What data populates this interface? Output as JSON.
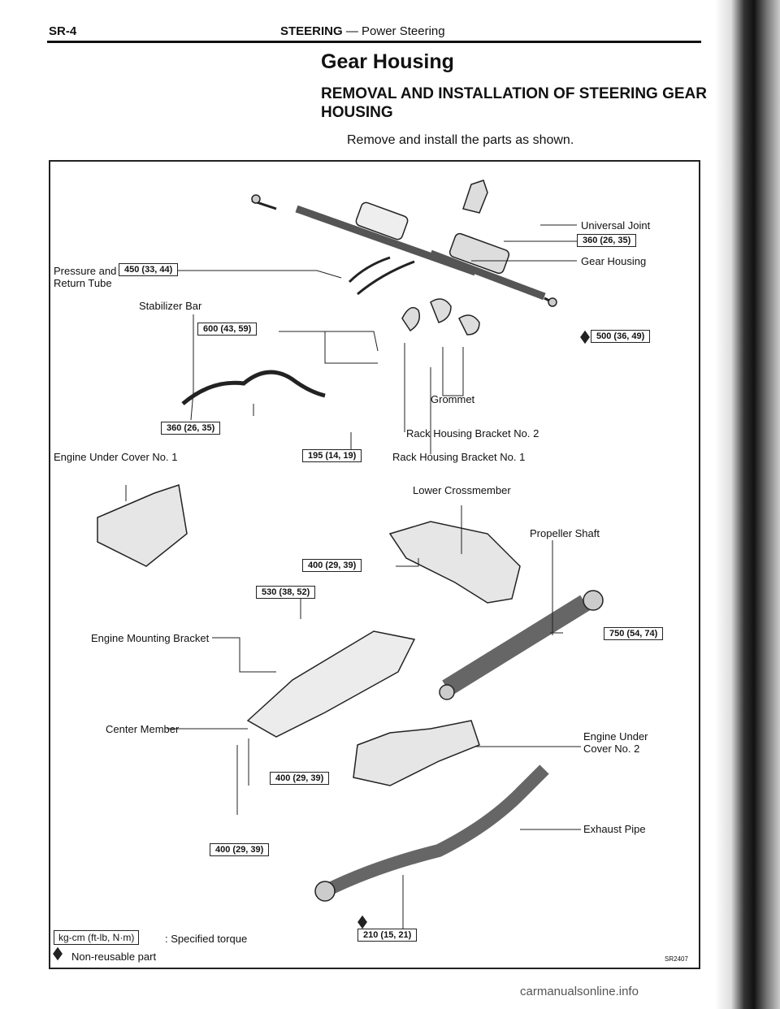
{
  "header": {
    "section_code": "SR-4",
    "section_title": "STEERING",
    "section_sep": "—",
    "section_sub": "Power Steering"
  },
  "title": "Gear Housing",
  "subtitle": "REMOVAL AND INSTALLATION OF STEERING GEAR HOUSING",
  "intro": "Remove and install the parts as shown.",
  "labels": {
    "universal_joint": "Universal Joint",
    "gear_housing": "Gear Housing",
    "pressure_tube_1": "Pressure and",
    "pressure_tube_2": "Return Tube",
    "stabilizer_bar": "Stabilizer Bar",
    "grommet": "Grommet",
    "rack_bracket_2": "Rack Housing Bracket No. 2",
    "rack_bracket_1": "Rack Housing Bracket No. 1",
    "engine_under_cover_1": "Engine Under Cover No. 1",
    "lower_crossmember": "Lower Crossmember",
    "propeller_shaft": "Propeller Shaft",
    "engine_mounting_bracket": "Engine Mounting Bracket",
    "center_member": "Center Member",
    "engine_under_cover_2a": "Engine Under",
    "engine_under_cover_2b": "Cover No. 2",
    "exhaust_pipe": "Exhaust Pipe"
  },
  "torques": {
    "uj": "360 (26, 35)",
    "tube": "450 (33, 44)",
    "tie_rod": "500 (36, 49)",
    "stab": "600 (43, 59)",
    "stab_link": "360 (26, 35)",
    "bracket": "195 (14, 19)",
    "crossmember": "400 (29, 39)",
    "mount": "530 (38, 52)",
    "prop": "750 (54, 74)",
    "center_a": "400 (29, 39)",
    "center_b": "400 (29, 39)",
    "exhaust": "210 (15, 21)"
  },
  "legend": {
    "torque_unit": "kg-cm (ft-lb, N·m)",
    "torque_text": ": Specified torque",
    "nonreusable_text": "Non-reusable part"
  },
  "figure_code": "SR2407",
  "watermark": "carmanualsonline.info"
}
